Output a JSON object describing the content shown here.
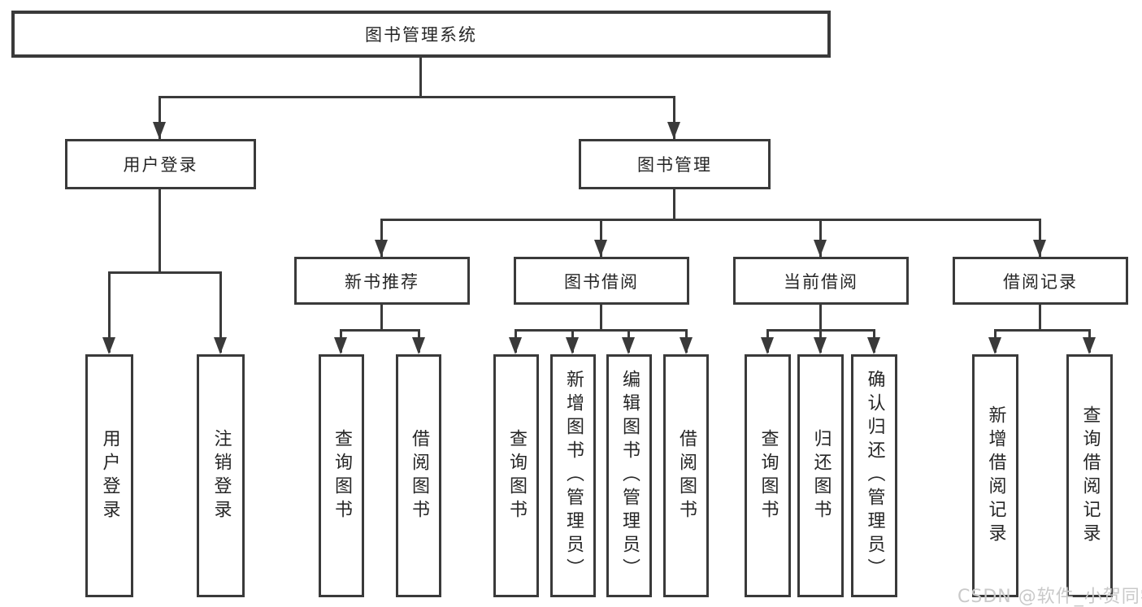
{
  "diagram_type": "hierarchy-tree",
  "nodes": {
    "root": "图书管理系统",
    "user_login": "用户登录",
    "book_mgmt": "图书管理",
    "new_book": "新书推荐",
    "borrow": "图书借阅",
    "current": "当前借阅",
    "records": "借阅记录"
  },
  "leaves": {
    "user_login": [
      "用户登录",
      "注销登录"
    ],
    "new_book": [
      "查询图书",
      "借阅图书"
    ],
    "borrow": [
      "查询图书",
      "新增图书（管理员）",
      "编辑图书（管理员）",
      "借阅图书"
    ],
    "current": [
      "查询图书",
      "归还图书",
      "确认归还（管理员）"
    ],
    "records": [
      "新增借阅记录",
      "查询借阅记录"
    ]
  },
  "watermark": "CSDN @软件_小贺同学",
  "colors": {
    "line": "#3a3a3a",
    "text": "#262626",
    "background": "#ffffff",
    "watermark": "#c9c9c9"
  }
}
